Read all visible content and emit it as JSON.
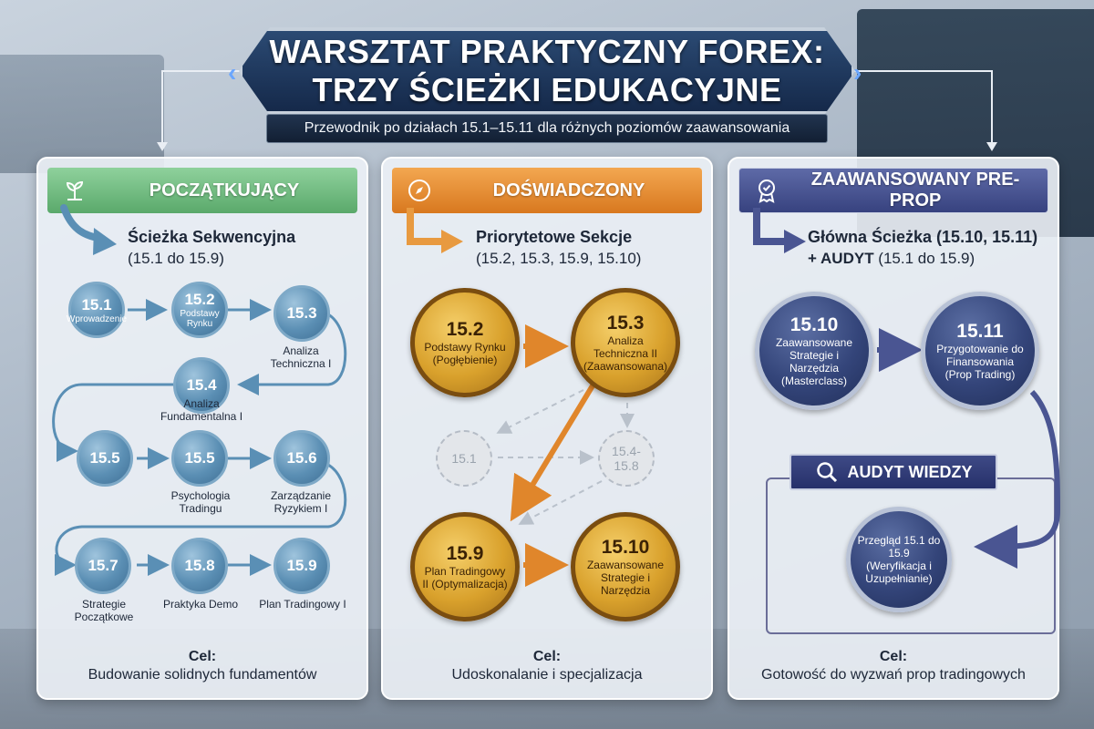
{
  "header": {
    "title_line1": "WARSZTAT PRAKTYCZNY FOREX:",
    "title_line2": "TRZY ŚCIEŻKI EDUKACYJNE",
    "subtitle": "Przewodnik po działach 15.1–15.11 dla różnych poziomów zaawansowania"
  },
  "colors": {
    "beginner": "#6dba7e",
    "experienced": "#e08a2e",
    "advanced": "#3d4a8c"
  },
  "beginner": {
    "header": "POCZĄTKUJĄCY",
    "icon": "sprout-icon",
    "path_title": "Ścieżka Sekwencyjna",
    "path_range": "(15.1 do 15.9)",
    "nodes": [
      {
        "num": "15.1",
        "label": "Wprowadzenie"
      },
      {
        "num": "15.2",
        "label": "Podstawy Rynku"
      },
      {
        "num": "15.3",
        "label": "Analiza Techniczna I"
      },
      {
        "num": "15.4",
        "label": "Analiza Fundamentalna I"
      },
      {
        "num": "15.5",
        "label": ""
      },
      {
        "num": "15.5",
        "label": "Psychologia Tradingu"
      },
      {
        "num": "15.6",
        "label": "Zarządzanie Ryzykiem I"
      },
      {
        "num": "15.7",
        "label": "Strategie Początkowe"
      },
      {
        "num": "15.8",
        "label": "Praktyka Demo"
      },
      {
        "num": "15.9",
        "label": "Plan Tradingowy I"
      }
    ],
    "goal_label": "Cel:",
    "goal_text": "Budowanie solidnych fundamentów"
  },
  "experienced": {
    "header": "DOŚWIADCZONY",
    "icon": "compass-icon",
    "path_title": "Priorytetowe Sekcje",
    "path_range": "(15.2, 15.3, 15.9, 15.10)",
    "nodes": [
      {
        "num": "15.2",
        "label": "Podstawy Rynku (Pogłębienie)"
      },
      {
        "num": "15.3",
        "label": "Analiza Techniczna II (Zaawansowana)"
      },
      {
        "num": "15.9",
        "label": "Plan Tradingowy II (Optymalizacja)"
      },
      {
        "num": "15.10",
        "label": "Zaawansowane Strategie i Narzędzia"
      }
    ],
    "skipped": [
      "15.1",
      "15.4-15.8"
    ],
    "goal_label": "Cel:",
    "goal_text": "Udoskonalanie i specjalizacja"
  },
  "advanced": {
    "header": "ZAAWANSOWANY PRE-PROP",
    "icon": "award-badge-icon",
    "path_title_line1": "Główna Ścieżka (15.10, 15.11)",
    "path_title_line2_bold": "+ AUDYT",
    "path_title_line2_rest": " (15.1 do 15.9)",
    "nodes": [
      {
        "num": "15.10",
        "label": "Zaawansowane Strategie i Narzędzia (Masterclass)"
      },
      {
        "num": "15.11",
        "label": "Przygotowanie do Finansowania (Prop Trading)"
      }
    ],
    "audit": {
      "header": "AUDYT WIEDZY",
      "icon": "magnifier-icon",
      "node_label": "Przegląd 15.1 do 15.9 (Weryfikacja i Uzupełnianie)"
    },
    "goal_label": "Cel:",
    "goal_text": "Gotowość do wyzwań prop tradingowych"
  }
}
